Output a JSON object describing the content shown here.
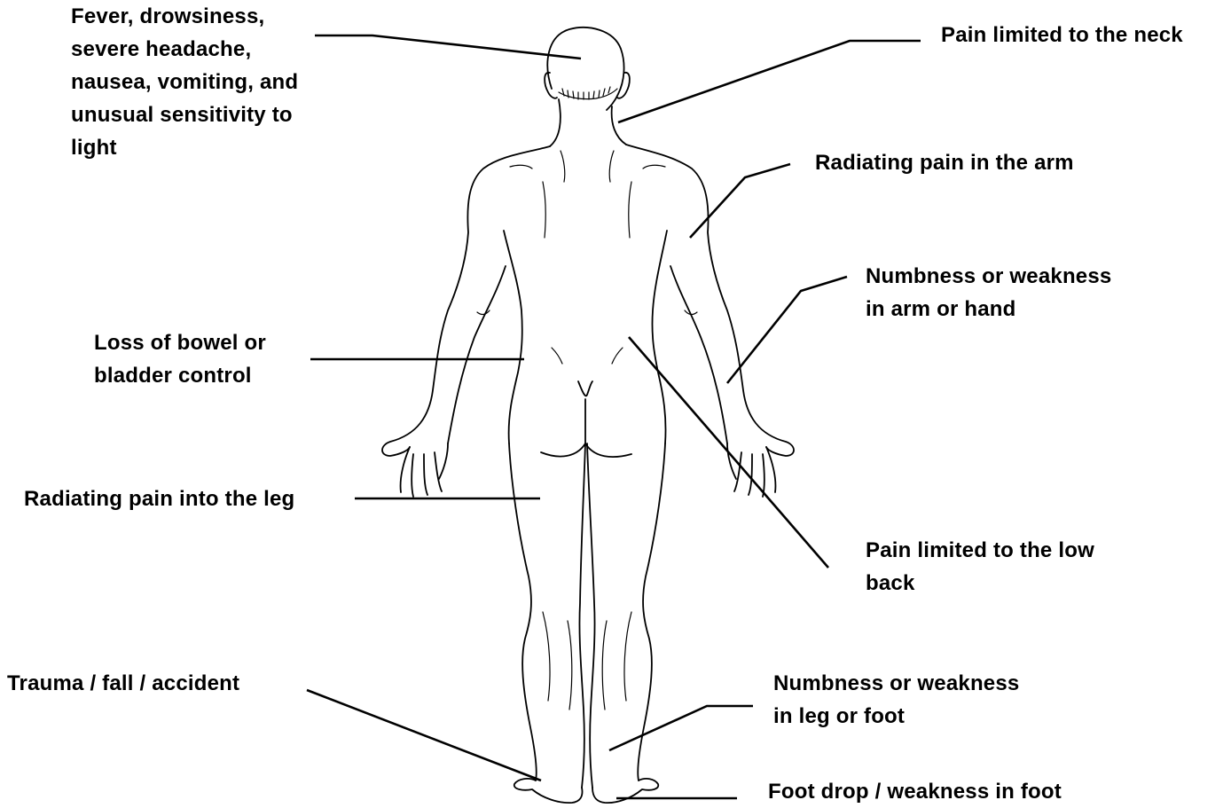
{
  "labels": {
    "head": "Fever, drowsiness,\nsevere headache,\nnausea, vomiting, and\nunusual sensitivity to\nlight",
    "neck": "Pain limited to the neck",
    "arm_pain": "Radiating pain in the arm",
    "arm_numb": "Numbness or weakness\nin arm or hand",
    "bowel": "Loss of bowel or\nbladder control",
    "leg_pain": "Radiating pain into the leg",
    "low_back": "Pain limited to the low\nback",
    "trauma": "Trauma / fall / accident",
    "leg_numb": "Numbness or weakness\nin leg or foot",
    "foot_drop": "Foot drop / weakness in foot"
  },
  "colors": {
    "ink": "#000000",
    "background": "#ffffff"
  }
}
